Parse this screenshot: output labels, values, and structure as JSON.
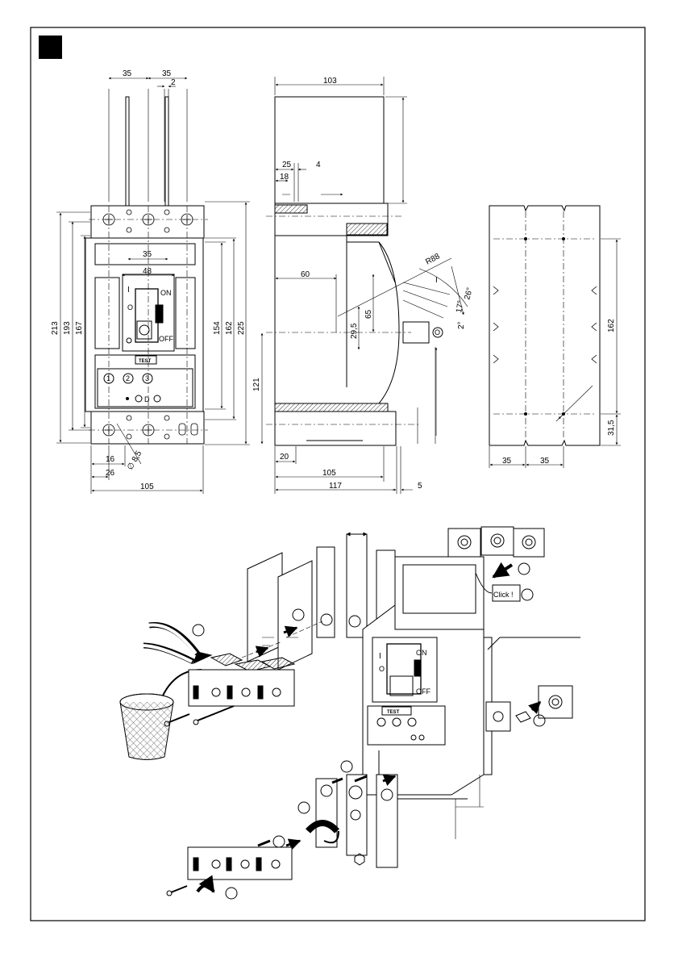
{
  "front_view": {
    "dims_top": [
      "35",
      "35",
      "2"
    ],
    "dim_inner_width": "35",
    "dim_window": "48",
    "dims_left": [
      "213",
      "193",
      "167"
    ],
    "dims_right": [
      "154",
      "162",
      "225"
    ],
    "dims_bottom": [
      "16",
      "26",
      "105"
    ],
    "hole_diameter": "∅ 8,5",
    "switch_on": "ON",
    "switch_off": "OFF",
    "mark_i": "I",
    "mark_o": "O",
    "test_label": "TEST",
    "knob_labels": [
      "1",
      "2",
      "3"
    ],
    "bottom_letter": "D"
  },
  "side_view": {
    "dim_top": "103",
    "dims_small": [
      "25",
      "4",
      "18"
    ],
    "dim_60": "60",
    "dim_65": "65",
    "dim_29": "29,5",
    "dim_121": "121",
    "dims_bottom": [
      "20",
      "105",
      "117",
      "5"
    ],
    "radius": "R88",
    "angles": [
      "26°",
      "17°",
      "2°"
    ],
    "mark_i": "I",
    "mark_o": "O"
  },
  "drill_template": {
    "dim_162": "162",
    "dim_31": "31,5",
    "dims_bottom": [
      "35",
      "35"
    ]
  },
  "assembly": {
    "click_label": "Click !",
    "switch_on": "ON",
    "switch_off": "OFF",
    "test_label": "TEST",
    "mark_i": "I",
    "mark_o": "O"
  }
}
